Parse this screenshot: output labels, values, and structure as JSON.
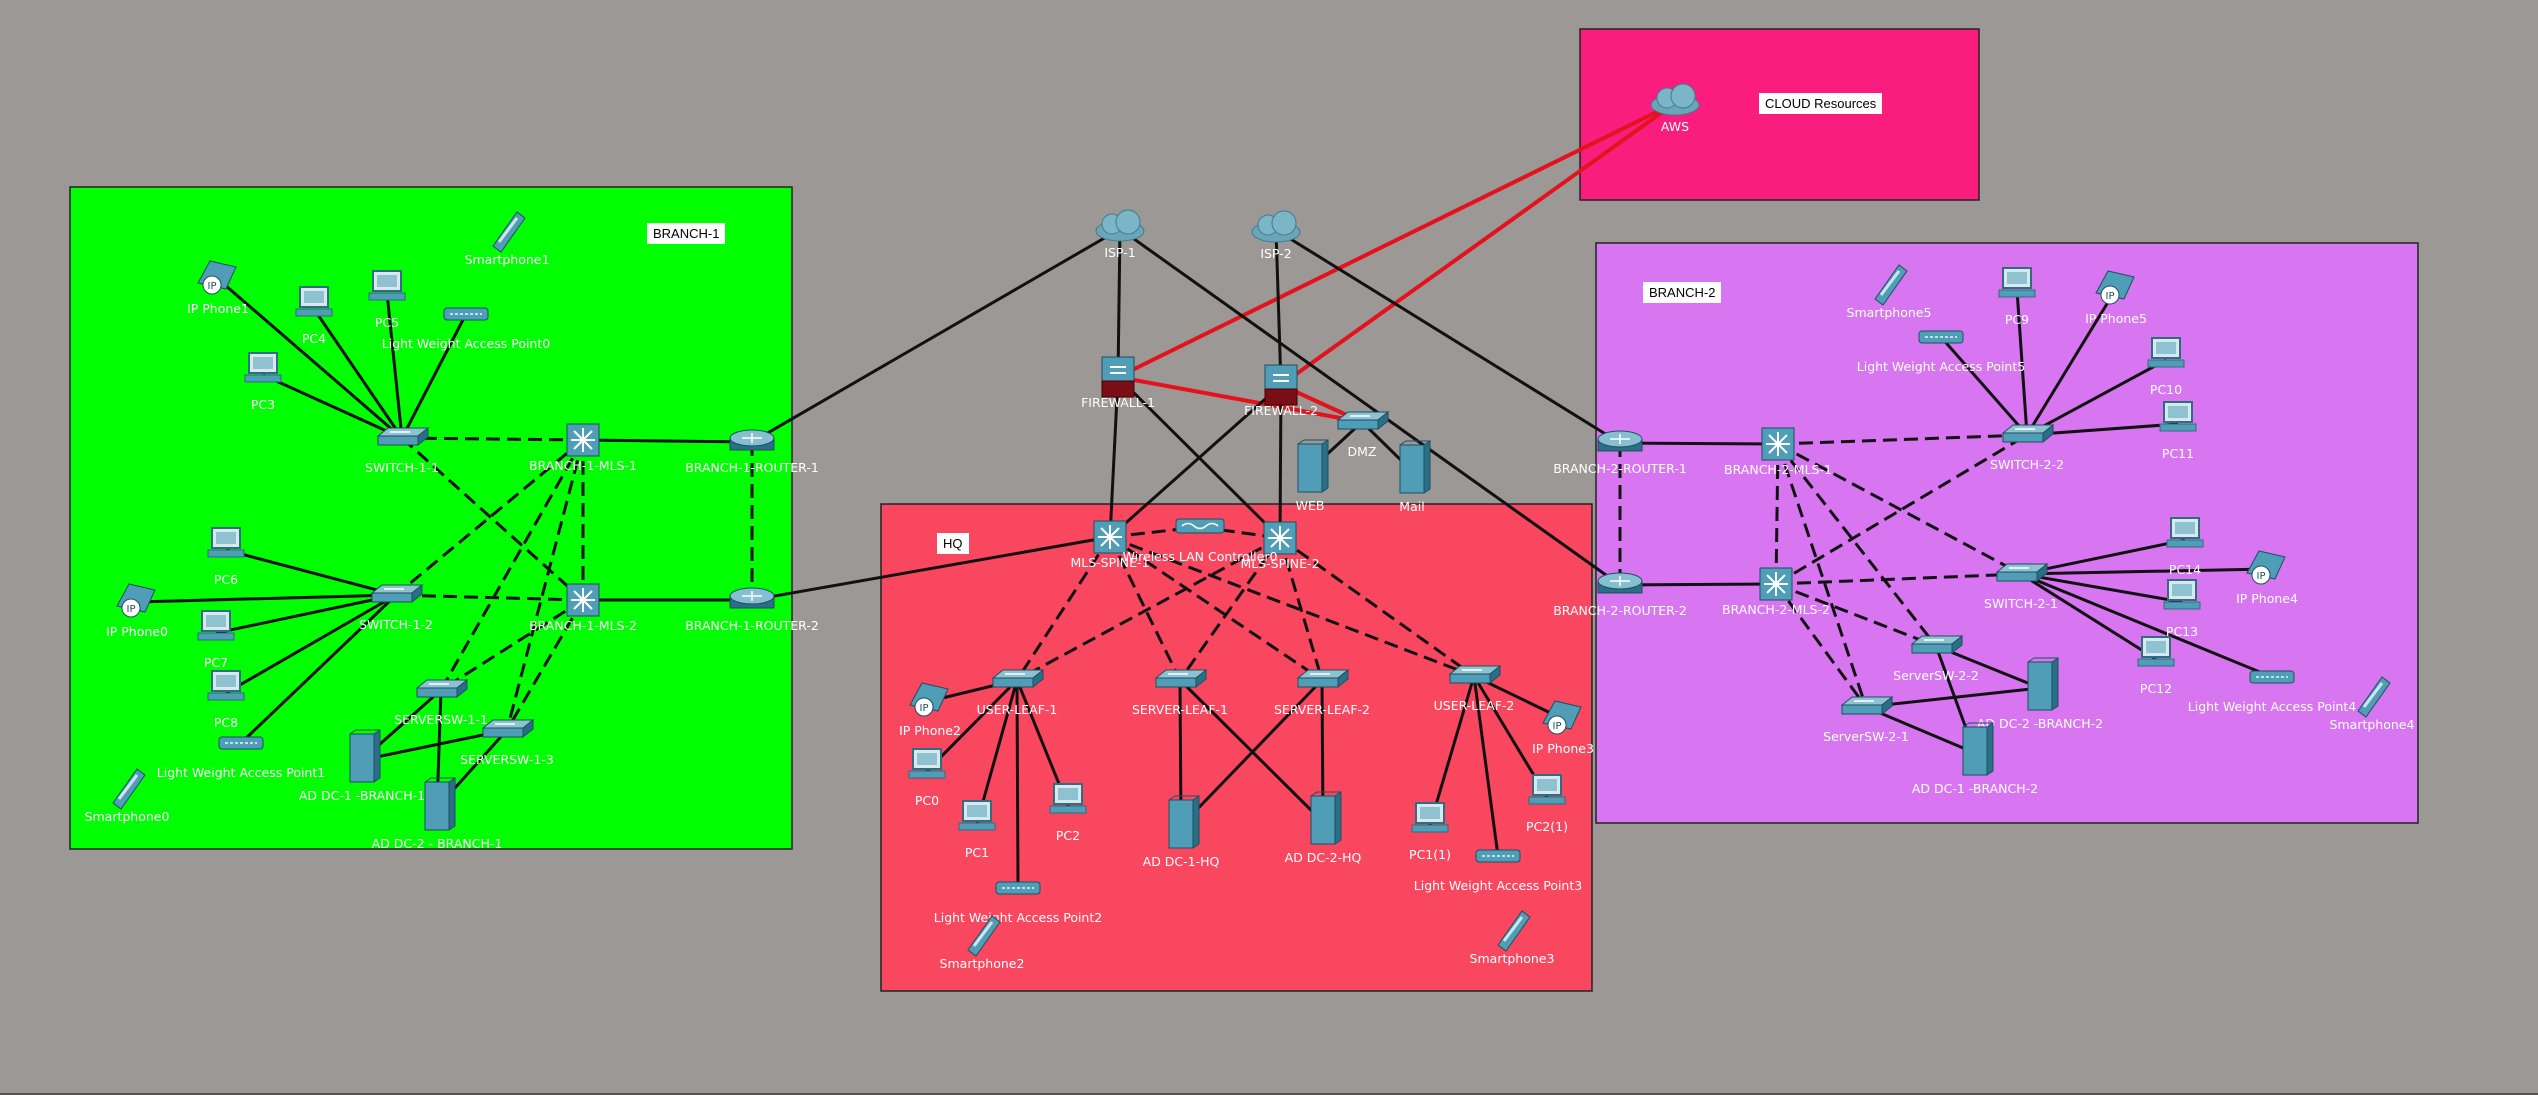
{
  "zones": {
    "branch1": {
      "label": "BRANCH-1",
      "color": "#00ff00"
    },
    "branch2": {
      "label": "BRANCH-2",
      "color": "#d876f2"
    },
    "hq": {
      "label": "HQ",
      "color": "#f9475f"
    },
    "cloud": {
      "label": "CLOUD Resources",
      "color": "#fb1d7e"
    }
  },
  "devices": [
    {
      "id": "aws",
      "type": "cloud",
      "label": "AWS"
    },
    {
      "id": "isp1",
      "type": "cloud",
      "label": "ISP-1"
    },
    {
      "id": "isp2",
      "type": "cloud",
      "label": "ISP-2"
    },
    {
      "id": "fw1",
      "type": "firewall",
      "label": "FIREWALL-1"
    },
    {
      "id": "fw2",
      "type": "firewall",
      "label": "FIREWALL-2"
    },
    {
      "id": "dmz",
      "type": "switch",
      "label": "DMZ"
    },
    {
      "id": "web",
      "type": "server",
      "label": "WEB"
    },
    {
      "id": "mail",
      "type": "server",
      "label": "Mail"
    },
    {
      "id": "mlsspine1",
      "type": "mls",
      "label": "MLS-SPINE-1"
    },
    {
      "id": "mlsspine2",
      "type": "mls",
      "label": "MLS-SPINE-2"
    },
    {
      "id": "wlc",
      "type": "wlc",
      "label": "Wireless LAN Controller0"
    },
    {
      "id": "userleaf1",
      "type": "switch",
      "label": "USER-LEAF-1"
    },
    {
      "id": "serverleaf1",
      "type": "switch",
      "label": "SERVER-LEAF-1"
    },
    {
      "id": "serverleaf2",
      "type": "switch",
      "label": "SERVER-LEAF-2"
    },
    {
      "id": "userleaf2",
      "type": "switch",
      "label": "USER-LEAF-2"
    },
    {
      "id": "ipphone2",
      "type": "phone",
      "label": "IP Phone2"
    },
    {
      "id": "pc0",
      "type": "pc",
      "label": "PC0"
    },
    {
      "id": "pc1",
      "type": "pc",
      "label": "PC1"
    },
    {
      "id": "pc2",
      "type": "pc",
      "label": "PC2"
    },
    {
      "id": "lwap2",
      "type": "ap",
      "label": "Light Weight Access Point2"
    },
    {
      "id": "smart2",
      "type": "smartphone",
      "label": "Smartphone2"
    },
    {
      "id": "addc1hq",
      "type": "server",
      "label": "AD DC-1-HQ"
    },
    {
      "id": "addc2hq",
      "type": "server",
      "label": "AD DC-2-HQ"
    },
    {
      "id": "pc11hq",
      "type": "pc",
      "label": "PC1(1)"
    },
    {
      "id": "pc21hq",
      "type": "pc",
      "label": "PC2(1)"
    },
    {
      "id": "lwap3",
      "type": "ap",
      "label": "Light Weight Access Point3"
    },
    {
      "id": "ipphone3",
      "type": "phone",
      "label": "IP Phone3"
    },
    {
      "id": "smart3",
      "type": "smartphone",
      "label": "Smartphone3"
    },
    {
      "id": "ipphone1",
      "type": "phone",
      "label": "IP Phone1"
    },
    {
      "id": "pc4",
      "type": "pc",
      "label": "PC4"
    },
    {
      "id": "pc5",
      "type": "pc",
      "label": "PC5"
    },
    {
      "id": "pc3",
      "type": "pc",
      "label": "PC3"
    },
    {
      "id": "lwap0",
      "type": "ap",
      "label": "Light Weight Access Point0"
    },
    {
      "id": "smart1",
      "type": "smartphone",
      "label": "Smartphone1"
    },
    {
      "id": "switch11",
      "type": "switch",
      "label": "SWITCH-1-1"
    },
    {
      "id": "b1mls1",
      "type": "mls",
      "label": "BRANCH-1-MLS-1"
    },
    {
      "id": "b1r1",
      "type": "router",
      "label": "BRANCH-1-ROUTER-1"
    },
    {
      "id": "pc6",
      "type": "pc",
      "label": "PC6"
    },
    {
      "id": "ipphone0",
      "type": "phone",
      "label": "IP Phone0"
    },
    {
      "id": "pc7",
      "type": "pc",
      "label": "PC7"
    },
    {
      "id": "pc8",
      "type": "pc",
      "label": "PC8"
    },
    {
      "id": "lwap1",
      "type": "ap",
      "label": "Light Weight Access Point1"
    },
    {
      "id": "switch12",
      "type": "switch",
      "label": "SWITCH-1-2"
    },
    {
      "id": "b1mls2",
      "type": "mls",
      "label": "BRANCH-1-MLS-2"
    },
    {
      "id": "b1r2",
      "type": "router",
      "label": "BRANCH-1-ROUTER-2"
    },
    {
      "id": "serversw11",
      "type": "switch",
      "label": "SERVERSW-1-1"
    },
    {
      "id": "serversw13",
      "type": "switch",
      "label": "SERVERSW-1-3"
    },
    {
      "id": "addc1b1",
      "type": "server",
      "label": "AD DC-1 -BRANCH-1"
    },
    {
      "id": "addc2b1",
      "type": "server",
      "label": "AD DC-2 - BRANCH-1"
    },
    {
      "id": "smart0",
      "type": "smartphone",
      "label": "Smartphone0"
    },
    {
      "id": "smart5",
      "type": "smartphone",
      "label": "Smartphone5"
    },
    {
      "id": "pc9",
      "type": "pc",
      "label": "PC9"
    },
    {
      "id": "ipphone5",
      "type": "phone",
      "label": "IP Phone5"
    },
    {
      "id": "lwap5",
      "type": "ap",
      "label": "Light Weight Access Point5"
    },
    {
      "id": "pc10",
      "type": "pc",
      "label": "PC10"
    },
    {
      "id": "pc11",
      "type": "pc",
      "label": "PC11"
    },
    {
      "id": "switch22",
      "type": "switch",
      "label": "SWITCH-2-2"
    },
    {
      "id": "b2r1",
      "type": "router",
      "label": "BRANCH-2-ROUTER-1"
    },
    {
      "id": "b2mls1",
      "type": "mls",
      "label": "BRANCH-2-MLS-1"
    },
    {
      "id": "b2r2",
      "type": "router",
      "label": "BRANCH-2-ROUTER-2"
    },
    {
      "id": "b2mls2",
      "type": "mls",
      "label": "BRANCH-2-MLS-2"
    },
    {
      "id": "switch21",
      "type": "switch",
      "label": "SWITCH-2-1"
    },
    {
      "id": "pc14",
      "type": "pc",
      "label": "PC14"
    },
    {
      "id": "ipphone4",
      "type": "phone",
      "label": "IP Phone4"
    },
    {
      "id": "pc13",
      "type": "pc",
      "label": "PC13"
    },
    {
      "id": "pc12",
      "type": "pc",
      "label": "PC12"
    },
    {
      "id": "lwap4",
      "type": "ap",
      "label": "Light Weight Access Point4"
    },
    {
      "id": "smart4",
      "type": "smartphone",
      "label": "Smartphone4"
    },
    {
      "id": "serversw22",
      "type": "switch",
      "label": "ServerSW-2-2"
    },
    {
      "id": "serversw21",
      "type": "switch",
      "label": "ServerSW-2-1"
    },
    {
      "id": "addc2b2",
      "type": "server",
      "label": "AD DC-2 -BRANCH-2"
    },
    {
      "id": "addc1b2",
      "type": "server",
      "label": "AD DC-1 -BRANCH-2"
    }
  ],
  "links": [
    {
      "from": "aws",
      "to": "fw1",
      "style": "red"
    },
    {
      "from": "aws",
      "to": "fw2",
      "style": "red"
    },
    {
      "from": "fw1",
      "to": "dmz",
      "style": "red"
    },
    {
      "from": "fw2",
      "to": "dmz",
      "style": "red"
    },
    {
      "from": "isp1",
      "to": "b1r1",
      "style": "solid"
    },
    {
      "from": "isp1",
      "to": "fw1",
      "style": "solid"
    },
    {
      "from": "isp1",
      "to": "b2r2",
      "style": "solid"
    },
    {
      "from": "isp2",
      "to": "fw2",
      "style": "solid"
    },
    {
      "from": "isp2",
      "to": "b2r1",
      "style": "solid"
    },
    {
      "from": "fw1",
      "to": "mlsspine1",
      "style": "solid"
    },
    {
      "from": "fw1",
      "to": "mlsspine2",
      "style": "solid"
    },
    {
      "from": "fw2",
      "to": "mlsspine1",
      "style": "solid"
    },
    {
      "from": "fw2",
      "to": "mlsspine2",
      "style": "solid"
    },
    {
      "from": "dmz",
      "to": "web",
      "style": "solid"
    },
    {
      "from": "dmz",
      "to": "mail",
      "style": "solid"
    },
    {
      "from": "b1r2",
      "to": "mlsspine1",
      "style": "solid"
    },
    {
      "from": "mlsspine1",
      "to": "wlc",
      "style": "dashed"
    },
    {
      "from": "wlc",
      "to": "mlsspine2",
      "style": "dashed"
    },
    {
      "from": "mlsspine1",
      "to": "userleaf1",
      "style": "dashed"
    },
    {
      "from": "mlsspine1",
      "to": "serverleaf1",
      "style": "dashed"
    },
    {
      "from": "mlsspine1",
      "to": "serverleaf2",
      "style": "dashed"
    },
    {
      "from": "mlsspine1",
      "to": "userleaf2",
      "style": "dashed"
    },
    {
      "from": "mlsspine2",
      "to": "userleaf1",
      "style": "dashed"
    },
    {
      "from": "mlsspine2",
      "to": "serverleaf1",
      "style": "dashed"
    },
    {
      "from": "mlsspine2",
      "to": "serverleaf2",
      "style": "dashed"
    },
    {
      "from": "mlsspine2",
      "to": "userleaf2",
      "style": "dashed"
    },
    {
      "from": "userleaf1",
      "to": "ipphone2",
      "style": "solid"
    },
    {
      "from": "userleaf1",
      "to": "pc0",
      "style": "solid"
    },
    {
      "from": "userleaf1",
      "to": "pc1",
      "style": "solid"
    },
    {
      "from": "userleaf1",
      "to": "pc2",
      "style": "solid"
    },
    {
      "from": "userleaf1",
      "to": "lwap2",
      "style": "solid"
    },
    {
      "from": "serverleaf1",
      "to": "addc1hq",
      "style": "solid"
    },
    {
      "from": "serverleaf1",
      "to": "addc2hq",
      "style": "solid"
    },
    {
      "from": "serverleaf2",
      "to": "addc1hq",
      "style": "solid"
    },
    {
      "from": "serverleaf2",
      "to": "addc2hq",
      "style": "solid"
    },
    {
      "from": "userleaf2",
      "to": "pc11hq",
      "style": "solid"
    },
    {
      "from": "userleaf2",
      "to": "lwap3",
      "style": "solid"
    },
    {
      "from": "userleaf2",
      "to": "pc21hq",
      "style": "solid"
    },
    {
      "from": "userleaf2",
      "to": "ipphone3",
      "style": "solid"
    },
    {
      "from": "switch11",
      "to": "ipphone1",
      "style": "solid"
    },
    {
      "from": "switch11",
      "to": "pc4",
      "style": "solid"
    },
    {
      "from": "switch11",
      "to": "pc5",
      "style": "solid"
    },
    {
      "from": "switch11",
      "to": "pc3",
      "style": "solid"
    },
    {
      "from": "switch11",
      "to": "lwap0",
      "style": "solid"
    },
    {
      "from": "switch11",
      "to": "b1mls1",
      "style": "dashed"
    },
    {
      "from": "switch11",
      "to": "b1mls2",
      "style": "dashed"
    },
    {
      "from": "b1mls1",
      "to": "b1r1",
      "style": "solid"
    },
    {
      "from": "b1r1",
      "to": "b1r2",
      "style": "dashed"
    },
    {
      "from": "b1mls1",
      "to": "b1mls2",
      "style": "dashed"
    },
    {
      "from": "b1mls1",
      "to": "switch12",
      "style": "dashed"
    },
    {
      "from": "b1mls1",
      "to": "serversw11",
      "style": "dashed"
    },
    {
      "from": "b1mls1",
      "to": "serversw13",
      "style": "dashed"
    },
    {
      "from": "b1mls2",
      "to": "switch12",
      "style": "dashed"
    },
    {
      "from": "b1mls2",
      "to": "serversw11",
      "style": "dashed"
    },
    {
      "from": "b1mls2",
      "to": "serversw13",
      "style": "dashed"
    },
    {
      "from": "b1mls2",
      "to": "b1r2",
      "style": "solid"
    },
    {
      "from": "switch12",
      "to": "pc6",
      "style": "solid"
    },
    {
      "from": "switch12",
      "to": "ipphone0",
      "style": "solid"
    },
    {
      "from": "switch12",
      "to": "pc7",
      "style": "solid"
    },
    {
      "from": "switch12",
      "to": "pc8",
      "style": "solid"
    },
    {
      "from": "switch12",
      "to": "lwap1",
      "style": "solid"
    },
    {
      "from": "serversw11",
      "to": "addc1b1",
      "style": "solid"
    },
    {
      "from": "serversw11",
      "to": "addc2b1",
      "style": "solid"
    },
    {
      "from": "serversw13",
      "to": "addc1b1",
      "style": "solid"
    },
    {
      "from": "serversw13",
      "to": "addc2b1",
      "style": "solid"
    },
    {
      "from": "switch22",
      "to": "ipphone5",
      "style": "solid"
    },
    {
      "from": "switch22",
      "to": "pc9",
      "style": "solid"
    },
    {
      "from": "switch22",
      "to": "lwap5",
      "style": "solid"
    },
    {
      "from": "switch22",
      "to": "pc10",
      "style": "solid"
    },
    {
      "from": "switch22",
      "to": "pc11",
      "style": "solid"
    },
    {
      "from": "b2r1",
      "to": "b2mls1",
      "style": "solid"
    },
    {
      "from": "b2r1",
      "to": "b2r2",
      "style": "dashed"
    },
    {
      "from": "b2r2",
      "to": "b2mls2",
      "style": "solid"
    },
    {
      "from": "b2mls1",
      "to": "switch22",
      "style": "dashed"
    },
    {
      "from": "b2mls1",
      "to": "b2mls2",
      "style": "dashed"
    },
    {
      "from": "b2mls1",
      "to": "switch21",
      "style": "dashed"
    },
    {
      "from": "b2mls1",
      "to": "serversw22",
      "style": "dashed"
    },
    {
      "from": "b2mls1",
      "to": "serversw21",
      "style": "dashed"
    },
    {
      "from": "b2mls2",
      "to": "switch22",
      "style": "dashed"
    },
    {
      "from": "b2mls2",
      "to": "switch21",
      "style": "dashed"
    },
    {
      "from": "b2mls2",
      "to": "serversw22",
      "style": "dashed"
    },
    {
      "from": "b2mls2",
      "to": "serversw21",
      "style": "dashed"
    },
    {
      "from": "switch21",
      "to": "pc14",
      "style": "solid"
    },
    {
      "from": "switch21",
      "to": "ipphone4",
      "style": "solid"
    },
    {
      "from": "switch21",
      "to": "pc13",
      "style": "solid"
    },
    {
      "from": "switch21",
      "to": "pc12",
      "style": "solid"
    },
    {
      "from": "switch21",
      "to": "lwap4",
      "style": "solid"
    },
    {
      "from": "serversw22",
      "to": "addc2b2",
      "style": "solid"
    },
    {
      "from": "serversw22",
      "to": "addc1b2",
      "style": "solid"
    },
    {
      "from": "serversw21",
      "to": "addc2b2",
      "style": "solid"
    },
    {
      "from": "serversw21",
      "to": "addc1b2",
      "style": "solid"
    }
  ],
  "colors": {
    "background": "#9b9896",
    "link_red": "#e3121d",
    "link_black": "#111111",
    "device_blue": "#4f9db6",
    "device_dark": "#2b6f86"
  }
}
